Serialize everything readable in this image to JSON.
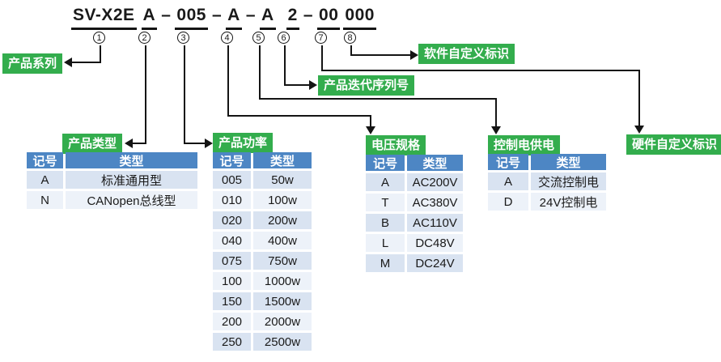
{
  "colors": {
    "label_green": "#33ad4d",
    "table_header_blue": "#4d86c4",
    "table_row_blue": "#d9e3f1",
    "table_row_blue_light": "#edf2f9",
    "line_black": "#141414"
  },
  "model_code": {
    "full": "SV-X2E A – 005 – A – A 2 – 00 000",
    "segments": [
      {
        "text": "SV-X2E",
        "underlined": true
      },
      {
        "text": "A",
        "underlined": true
      },
      {
        "text": "–",
        "underlined": false
      },
      {
        "text": "005",
        "underlined": true
      },
      {
        "text": "–",
        "underlined": false
      },
      {
        "text": "A",
        "underlined": true
      },
      {
        "text": "–",
        "underlined": false
      },
      {
        "text": "A",
        "underlined": true
      },
      {
        "text": "2",
        "underlined": true
      },
      {
        "text": "–",
        "underlined": false
      },
      {
        "text": "00",
        "underlined": true
      },
      {
        "text": "000",
        "underlined": true
      }
    ],
    "circle_numbers": [
      "1",
      "2",
      "3",
      "4",
      "5",
      "6",
      "7",
      "8"
    ]
  },
  "callouts": {
    "series": "产品系列",
    "type": "产品类型",
    "power": "产品功率",
    "voltage": "电压规格",
    "control": "控制电供电",
    "iteration": "产品迭代序列号",
    "software": "软件自定义标识",
    "hardware": "硬件自定义标识"
  },
  "tables": [
    {
      "id": "type",
      "headers": [
        "记号",
        "类型"
      ],
      "rows": [
        [
          "A",
          "标准通用型"
        ],
        [
          "N",
          "CANopen总线型"
        ]
      ]
    },
    {
      "id": "power",
      "headers": [
        "记号",
        "类型"
      ],
      "rows": [
        [
          "005",
          "50w"
        ],
        [
          "010",
          "100w"
        ],
        [
          "020",
          "200w"
        ],
        [
          "040",
          "400w"
        ],
        [
          "075",
          "750w"
        ],
        [
          "100",
          "1000w"
        ],
        [
          "150",
          "1500w"
        ],
        [
          "200",
          "2000w"
        ],
        [
          "250",
          "2500w"
        ]
      ]
    },
    {
      "id": "voltage",
      "headers": [
        "记号",
        "类型"
      ],
      "rows": [
        [
          "A",
          "AC200V"
        ],
        [
          "T",
          "AC380V"
        ],
        [
          "B",
          "AC110V"
        ],
        [
          "L",
          "DC48V"
        ],
        [
          "M",
          "DC24V"
        ]
      ]
    },
    {
      "id": "control",
      "headers": [
        "记号",
        "类型"
      ],
      "rows": [
        [
          "A",
          "交流控制电"
        ],
        [
          "D",
          "24V控制电"
        ]
      ]
    }
  ]
}
